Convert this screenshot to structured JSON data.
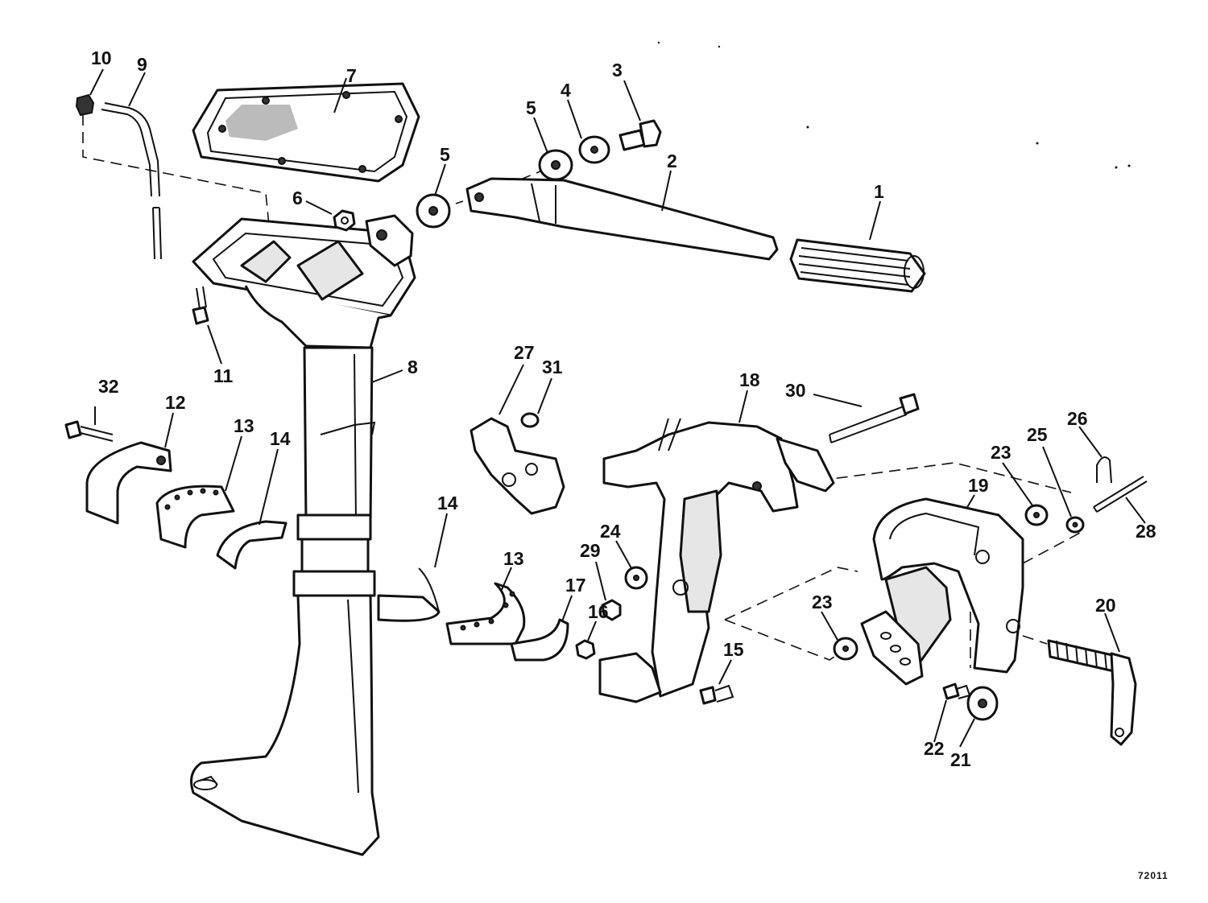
{
  "diagram": {
    "drawing_code": "72011",
    "callouts": [
      "1",
      "2",
      "3",
      "4",
      "5",
      "5",
      "6",
      "7",
      "8",
      "9",
      "10",
      "11",
      "12",
      "13",
      "13",
      "14",
      "14",
      "15",
      "16",
      "17",
      "18",
      "19",
      "20",
      "21",
      "22",
      "23",
      "23",
      "24",
      "25",
      "26",
      "27",
      "28",
      "29",
      "30",
      "31",
      "32"
    ],
    "parts": [
      "grip",
      "tiller-arm",
      "screw",
      "washer",
      "washer",
      "washer",
      "nut",
      "exhaust-cover-gasket",
      "exhaust-housing",
      "water-tube",
      "grommet",
      "screw",
      "clamp",
      "pivot-bushing",
      "pivot-bushing",
      "liner",
      "liner",
      "screw",
      "nut",
      "spring",
      "stern-bracket",
      "swivel-bracket",
      "clamp-screw",
      "washer",
      "screw",
      "washer",
      "washer",
      "washer",
      "washer",
      "clip",
      "tilt-lever",
      "stud",
      "nut",
      "bolt",
      "plug",
      "screw"
    ]
  }
}
